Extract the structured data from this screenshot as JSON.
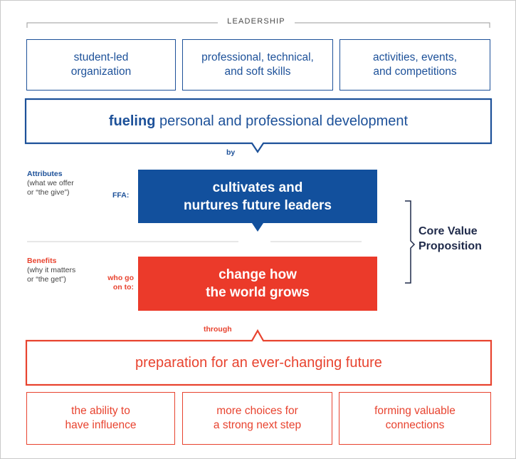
{
  "header": {
    "label": "LEADERSHIP"
  },
  "top_boxes": [
    {
      "text": "student-led\norganization"
    },
    {
      "text": "professional, technical,\nand soft skills"
    },
    {
      "text": "activities, events,\nand competitions"
    }
  ],
  "fueling": {
    "bold": "fueling",
    "rest": " personal and professional development"
  },
  "connector_by": "by",
  "attributes": {
    "title": "Attributes",
    "desc": "(what we offer\nor “the give”)"
  },
  "ffa_label": "FFA:",
  "blue_main": {
    "text": "cultivates and\nnurtures future leaders"
  },
  "benefits": {
    "title": "Benefits",
    "desc": "(why it matters\nor “the get”)"
  },
  "who_label": "who go\non to:",
  "red_main": {
    "text": "change how\nthe world grows"
  },
  "core_value": {
    "text": "Core Value\nProposition"
  },
  "connector_through": "through",
  "preparation": {
    "text": "preparation for an ever-changing future"
  },
  "bottom_boxes": [
    {
      "text": "the ability to\nhave influence"
    },
    {
      "text": "more choices for\na strong next step"
    },
    {
      "text": "forming valuable\nconnections"
    }
  ],
  "colors": {
    "blue": "#12509d",
    "red": "#eb3a2a",
    "navy": "#1f2a4a"
  }
}
